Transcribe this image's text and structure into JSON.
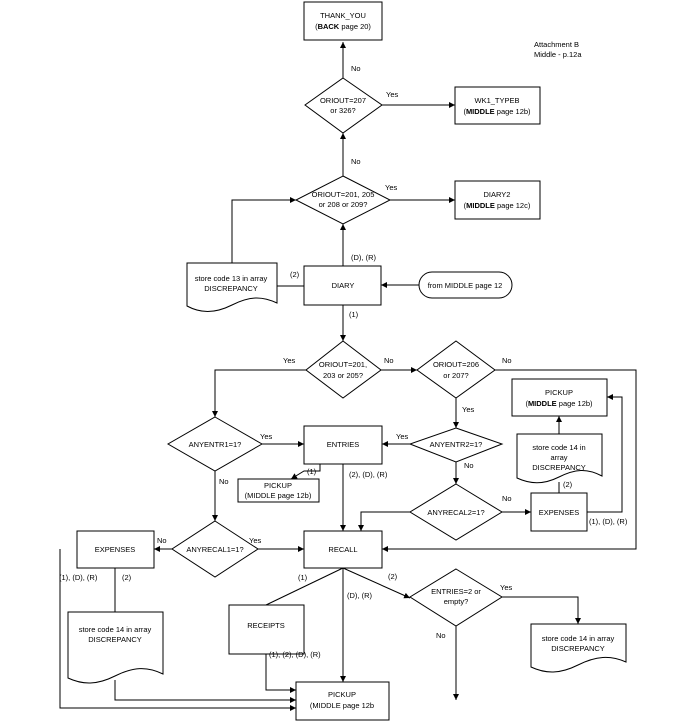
{
  "header": {
    "attachment": "Attachment B",
    "section": "Middle - p.12a"
  },
  "nodes": {
    "thank_you": {
      "line1": "THANK_YOU",
      "bold": "BACK",
      "rest": " page 20)"
    },
    "oriout_207": {
      "line1": "ORIOUT=207",
      "line2": "or 326?"
    },
    "wk1_typeb": {
      "line1": "WK1_TYPEB",
      "bold": "MIDDLE",
      "rest": " page 12b)"
    },
    "oriout_201": {
      "line1": "ORIOUT=201, 205",
      "line2": "or 208 or 209?"
    },
    "diary2": {
      "line1": "DIARY2",
      "bold": "MIDDLE",
      "rest": " page 12c)"
    },
    "store13": {
      "line1": "store code 13 in array",
      "line2": "DISCREPANCY"
    },
    "diary": {
      "label": "DIARY"
    },
    "from_middle": {
      "label": "from MIDDLE page 12"
    },
    "oriout_203": {
      "line1": "ORIOUT=201,",
      "line2": "203 or 205?"
    },
    "oriout_206": {
      "line1": "ORIOUT=206",
      "line2": "or 207?"
    },
    "pickup_top": {
      "line1": "PICKUP",
      "bold": "MIDDLE",
      "rest": " page 12b)"
    },
    "anyentr1": {
      "label": "ANYENTR1=1?"
    },
    "entries": {
      "label": "ENTRIES"
    },
    "anyentr2": {
      "label": "ANYENTR2=1?"
    },
    "store14_right": {
      "line1": "store code 14 in",
      "line2": "array",
      "line3": "DISCREPANCY"
    },
    "pickup_mid": {
      "label": "PICKUP",
      "label2": "(MIDDLE page 12b)"
    },
    "anyrecal2": {
      "label": "ANYRECAL2=1?"
    },
    "expenses_right": {
      "label": "EXPENSES"
    },
    "expenses_left": {
      "label": "EXPENSES"
    },
    "anyrecal1": {
      "label": "ANYRECAL1=1?"
    },
    "recall": {
      "label": "RECALL"
    },
    "entries2": {
      "line1": "ENTRIES=2 or",
      "line2": "empty?"
    },
    "store14_left": {
      "line1": "store code 14 in array",
      "line2": "DISCREPANCY"
    },
    "receipts": {
      "label": "RECEIPTS"
    },
    "store14_bottom": {
      "line1": "store code 14 in array",
      "line2": "DISCREPANCY"
    },
    "pickup_bottom": {
      "line1": "PICKUP",
      "line2": "(MIDDLE page 12b"
    }
  },
  "edge_labels": {
    "no_to_thankyou": "No",
    "yes_to_wk1": "Yes",
    "no_to_oriout207": "No",
    "yes_to_diary2": "Yes",
    "d_r_up": "(D), (R)",
    "two_to_store13": "(2)",
    "one_down": "(1)",
    "yes_left_203": "Yes",
    "no_right_203": "No",
    "no_right_206": "No",
    "yes_down_206": "Yes",
    "yes_anyentr1": "Yes",
    "no_anyentr1": "No",
    "yes_anyentr2": "Yes",
    "no_anyentr2": "No",
    "one_pickup": "(1)",
    "entries_out": "(2), (D), (R)",
    "no_anyrecal2": "No",
    "two_expenses": "(2)",
    "expenses_right_out": "(1), (D), (R)",
    "no_anyrecal1": "No",
    "yes_anyrecal1": "Yes",
    "exp_left_a": "(1), (D), (R)",
    "exp_left_b": "(2)",
    "recall_one": "(1)",
    "recall_dr": "(D), (R)",
    "recall_two": "(2)",
    "yes_entries2": "Yes",
    "no_entries2": "No",
    "receipts_out": "(1), (2), (D), (R)"
  }
}
